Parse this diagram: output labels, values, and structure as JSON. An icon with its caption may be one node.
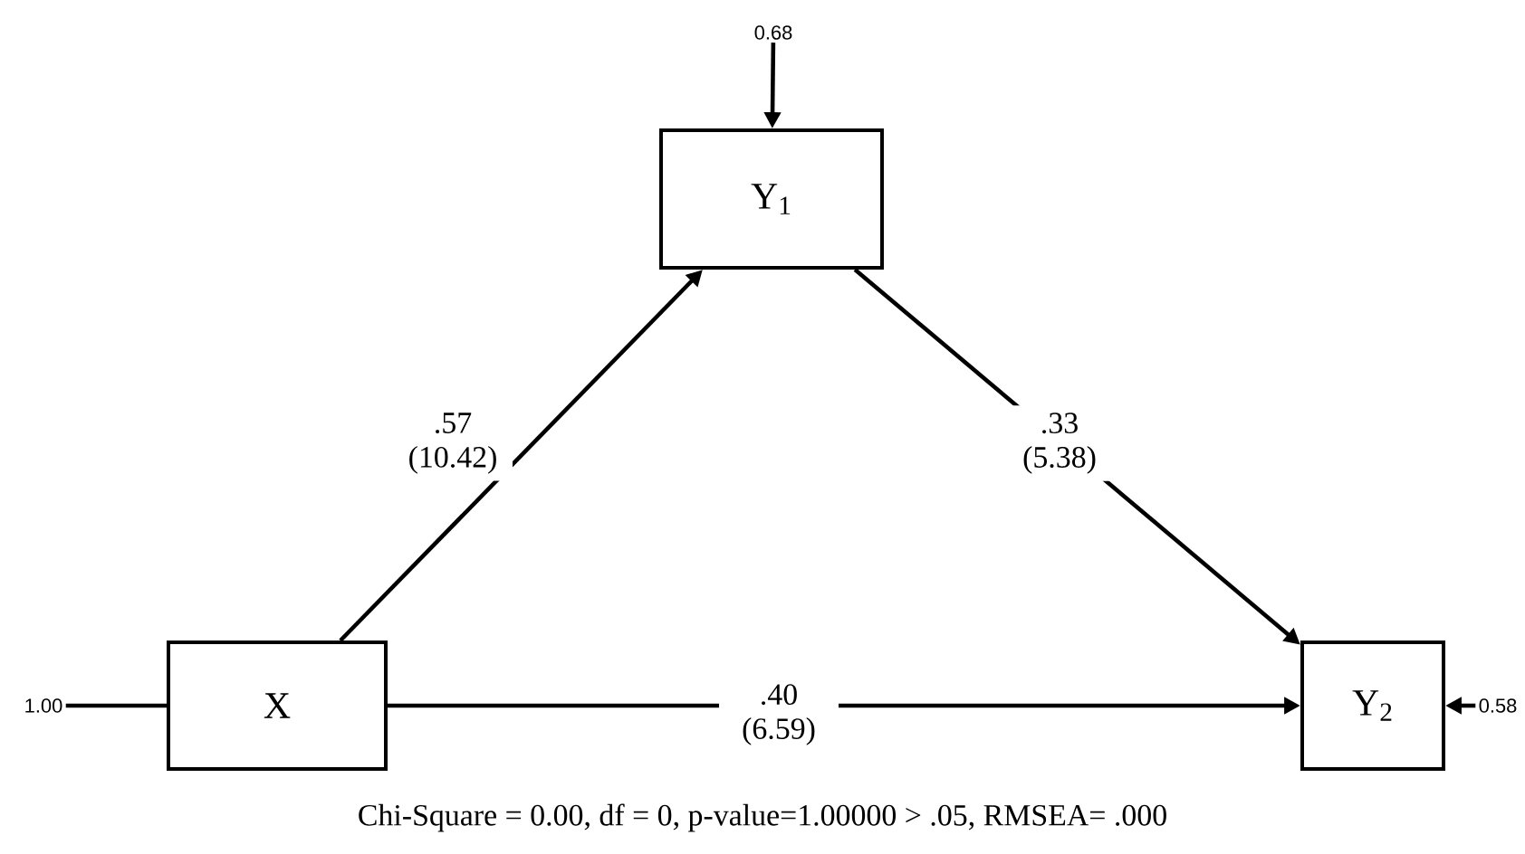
{
  "diagram": {
    "caption": "Chi-Square = 0.00, df = 0, p-value=1.00000 > .05, RMSEA= .000",
    "nodes": [
      {
        "text": [
          "X"
        ]
      },
      {
        "text": [
          "Y$_{1}$"
        ]
      },
      {
        "text": [
          "Y$_{2}$"
        ]
      },
      {
        "text": [
          "0.68"
        ]
      },
      {
        "text": [
          "1.00"
        ]
      },
      {
        "text": [
          "0.58"
        ]
      }
    ],
    "edges": [
      {
        "from": 3,
        "to": 1,
        "arrow": "to"
      },
      {
        "from": 4,
        "to": 0,
        "arrow": "none"
      },
      {
        "from": 5,
        "to": 2,
        "arrow": "to"
      },
      {
        "from": 0,
        "to": 1,
        "arrow": "to",
        "label": ".57 (10.42)"
      },
      {
        "from": 1,
        "to": 2,
        "arrow": "to",
        "label": ".33 (5.38)"
      },
      {
        "from": 0,
        "to": 2,
        "arrow": "to",
        "label": ".40 (6.59)"
      }
    ]
  }
}
